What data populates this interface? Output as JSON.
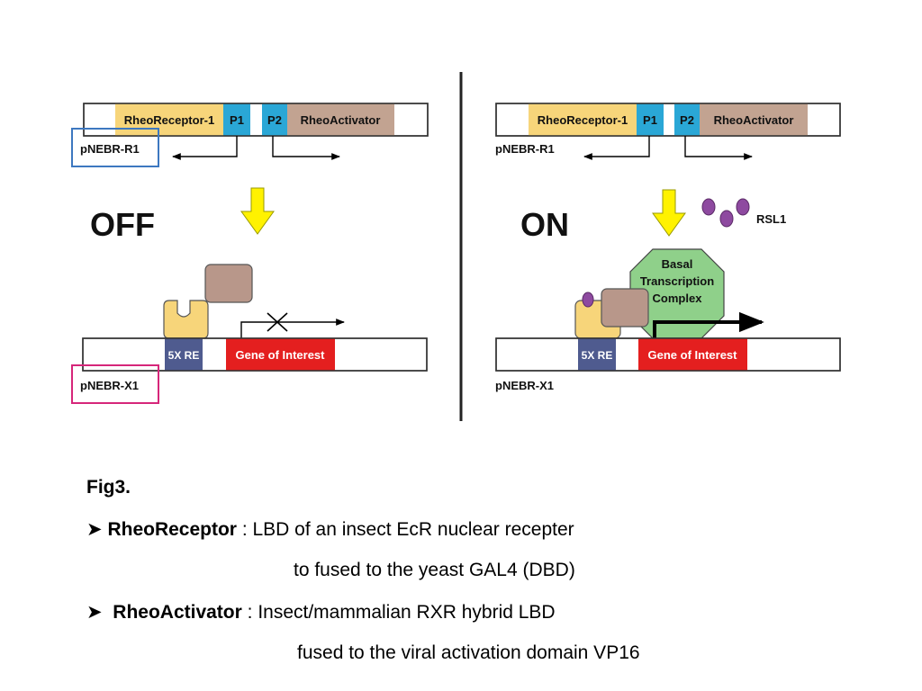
{
  "diagram": {
    "off_panel": {
      "state_label": "OFF",
      "plasmid_r1": {
        "name": "pNEBR-R1",
        "segments": {
          "receptor": "RheoReceptor-1",
          "p1": "P1",
          "p2": "P2",
          "activator": "RheoActivator"
        }
      },
      "plasmid_x1": {
        "name": "pNEBR-X1",
        "segments": {
          "re": "5X RE",
          "gene": "Gene of Interest"
        }
      }
    },
    "on_panel": {
      "state_label": "ON",
      "ligand_label": "RSL1",
      "complex_label": [
        "Basal",
        "Transcription",
        "Complex"
      ],
      "plasmid_r1": {
        "name": "pNEBR-R1",
        "segments": {
          "receptor": "RheoReceptor-1",
          "p1": "P1",
          "p2": "P2",
          "activator": "RheoActivator"
        }
      },
      "plasmid_x1": {
        "name": "pNEBR-X1",
        "segments": {
          "re": "5X RE",
          "gene": "Gene of Interest"
        }
      }
    },
    "colors": {
      "receptor": "#f7d57a",
      "promoter": "#2aa7d6",
      "activator": "#c2a391",
      "re_box": "#4f5b8f",
      "gene": "#e41f1f",
      "arrow_yellow": "#fff200",
      "ligand": "#8e4aa0",
      "complex": "#8fd08a",
      "highlight_blue": "#3d78c0",
      "highlight_pink": "#d6267a"
    }
  },
  "caption": {
    "fig_label": "Fig3.",
    "bullet1": {
      "term": "RheoReceptor",
      "line1": " : LBD of an insect EcR nuclear recepter",
      "line2": "to fused to the yeast GAL4 (DBD)"
    },
    "bullet2": {
      "term": "RheoActivator",
      "line1": " : Insect/mammalian RXR hybrid LBD",
      "line2": "fused to the viral activation domain VP16"
    }
  }
}
